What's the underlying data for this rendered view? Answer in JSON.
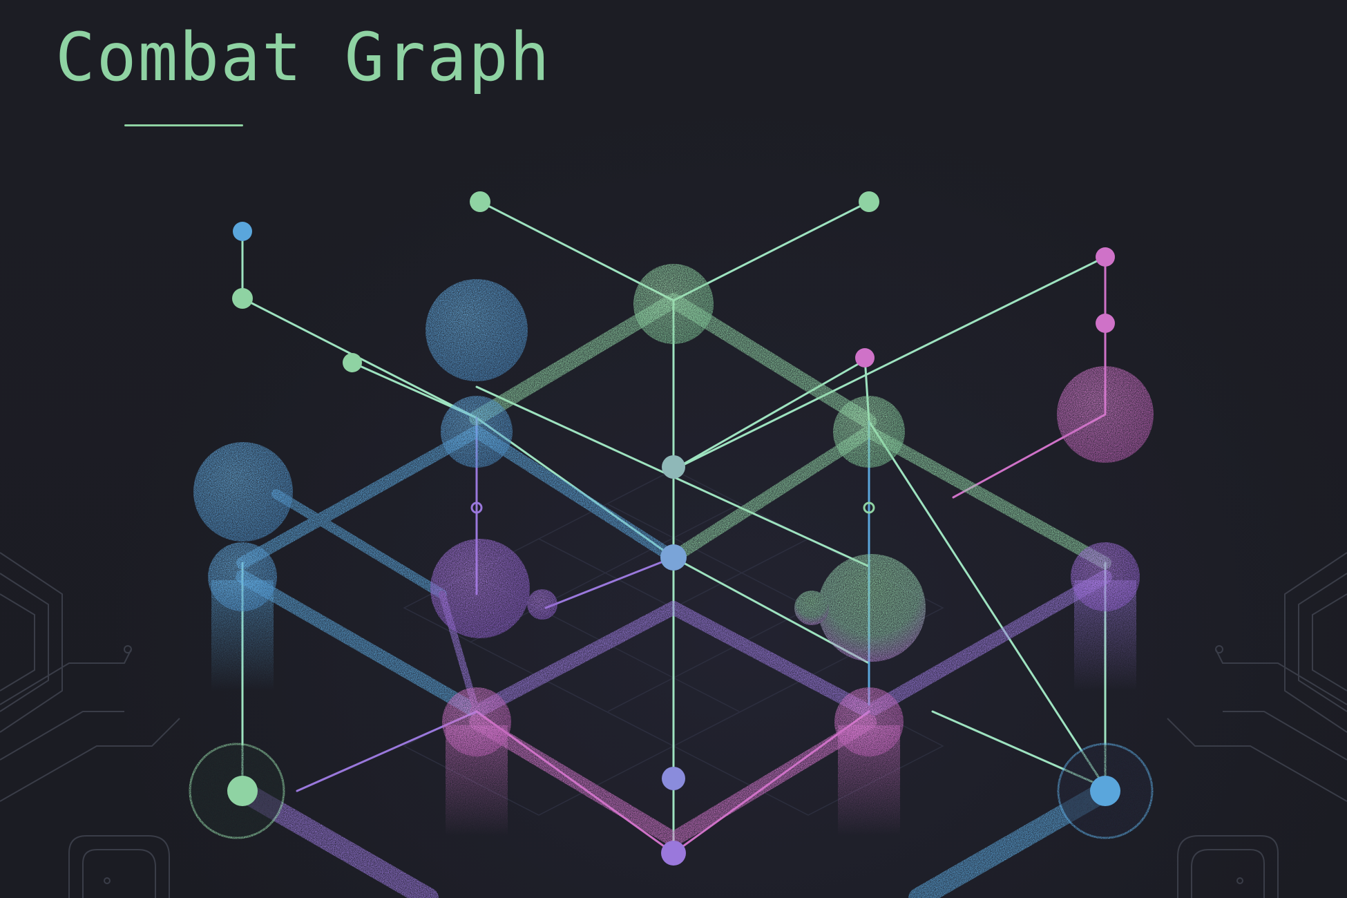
{
  "title": "Combat Graph",
  "colors": {
    "background": "#1c1d24",
    "title": "#8fd3a3",
    "green": "#8fd3a3",
    "blue": "#5aa6dc",
    "purple": "#9a78dc",
    "pink": "#cf72c8",
    "mint_line": "#9ee3c0",
    "circuit": "#3a3d48",
    "grid": "#2e3040"
  },
  "nodes": [
    {
      "id": "g-top-left",
      "color": "green",
      "kind": "small"
    },
    {
      "id": "g-top-right",
      "color": "green",
      "kind": "small"
    },
    {
      "id": "b-top",
      "color": "blue",
      "kind": "small"
    },
    {
      "id": "g-left-small",
      "color": "green",
      "kind": "small"
    },
    {
      "id": "g-tiny",
      "color": "green",
      "kind": "small"
    },
    {
      "id": "p-top-right",
      "color": "pink",
      "kind": "small"
    },
    {
      "id": "p-right-mid",
      "color": "pink",
      "kind": "small"
    },
    {
      "id": "p-center-top",
      "color": "pink",
      "kind": "small"
    },
    {
      "id": "g-apex",
      "color": "green",
      "kind": "large"
    },
    {
      "id": "b-large",
      "color": "blue",
      "kind": "large"
    },
    {
      "id": "b-joint",
      "color": "blue",
      "kind": "medium"
    },
    {
      "id": "g-joint-right",
      "color": "green",
      "kind": "medium"
    },
    {
      "id": "p-large-right",
      "color": "pink",
      "kind": "large"
    },
    {
      "id": "b-large-left",
      "color": "blue",
      "kind": "large"
    },
    {
      "id": "b-joint-left",
      "color": "blue",
      "kind": "medium"
    },
    {
      "id": "pu-center-left",
      "color": "purple",
      "kind": "large"
    },
    {
      "id": "center-mid-small",
      "color": "green",
      "kind": "small"
    },
    {
      "id": "center-junction",
      "color": "blue",
      "kind": "small"
    },
    {
      "id": "g-large-center-right",
      "color": "green",
      "kind": "large"
    },
    {
      "id": "pu-joint-right",
      "color": "purple",
      "kind": "medium"
    },
    {
      "id": "p-joint-lower-left",
      "color": "pink",
      "kind": "medium"
    },
    {
      "id": "p-joint-lower-right",
      "color": "pink",
      "kind": "medium"
    },
    {
      "id": "g-ring-left",
      "color": "green",
      "kind": "ring"
    },
    {
      "id": "b-ring-right",
      "color": "blue",
      "kind": "ring"
    },
    {
      "id": "center-low-small",
      "color": "purple",
      "kind": "small"
    },
    {
      "id": "center-bottom-small",
      "color": "purple",
      "kind": "small"
    }
  ]
}
